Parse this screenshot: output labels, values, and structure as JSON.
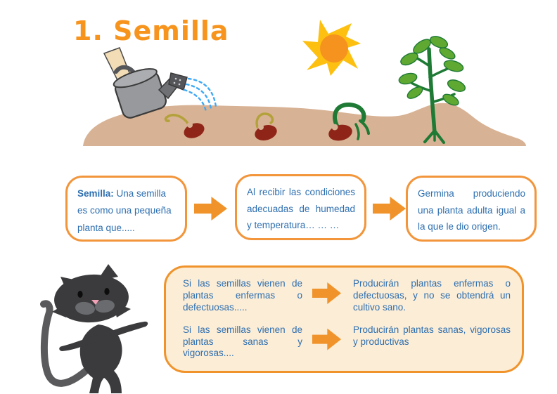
{
  "title": "1. Semilla",
  "flow": {
    "boxes": [
      {
        "label": "Semilla:",
        "text": " Una semilla es como una pequeña planta que....."
      },
      {
        "text": "Al recibir las condiciones adecuadas de humedad y temperatura… … …"
      },
      {
        "text": "Germina produciendo una planta adulta igual a la que le dio origen."
      }
    ]
  },
  "consequences": {
    "rows": [
      {
        "condition": "Si las semillas vienen de plantas enfermas o defectuosas.....",
        "result": "Producirán plantas enfermas o defectuosas, y no se obtendrá un cultivo sano."
      },
      {
        "condition": "Si las semillas vienen de plantas sanas y vigorosas....",
        "result": "Producirán plantas sanas, vigorosas y productivas"
      }
    ]
  },
  "icons": {
    "sun": "sun-icon",
    "watering_can": "watering-can-icon",
    "water_drops": "water-drops-icon",
    "seed_stage_1": "seed-icon",
    "seed_stage_2": "seed-sprouting-icon",
    "seed_stage_3": "seedling-icon",
    "plant": "plant-icon",
    "soil": "soil-mound",
    "cat": "cat-mascot-icon",
    "arrow": "arrow-right-icon"
  },
  "colors": {
    "accent_orange": "#F7941D",
    "border_orange": "#F2953B",
    "arrow_orange": "#F0932B",
    "text_blue": "#2E6FB0",
    "panel_fill": "#FCEDD6",
    "soil_tan": "#D8B294",
    "seed_red": "#8E2518",
    "sprout_olive": "#B3A23B",
    "plant_green": "#1E7A34",
    "leaf_green": "#5FA832",
    "sun_yellow": "#FDC010",
    "sun_core": "#F6921E",
    "water_blue": "#3FA9F5",
    "cat_gray": "#3B3B3D"
  }
}
